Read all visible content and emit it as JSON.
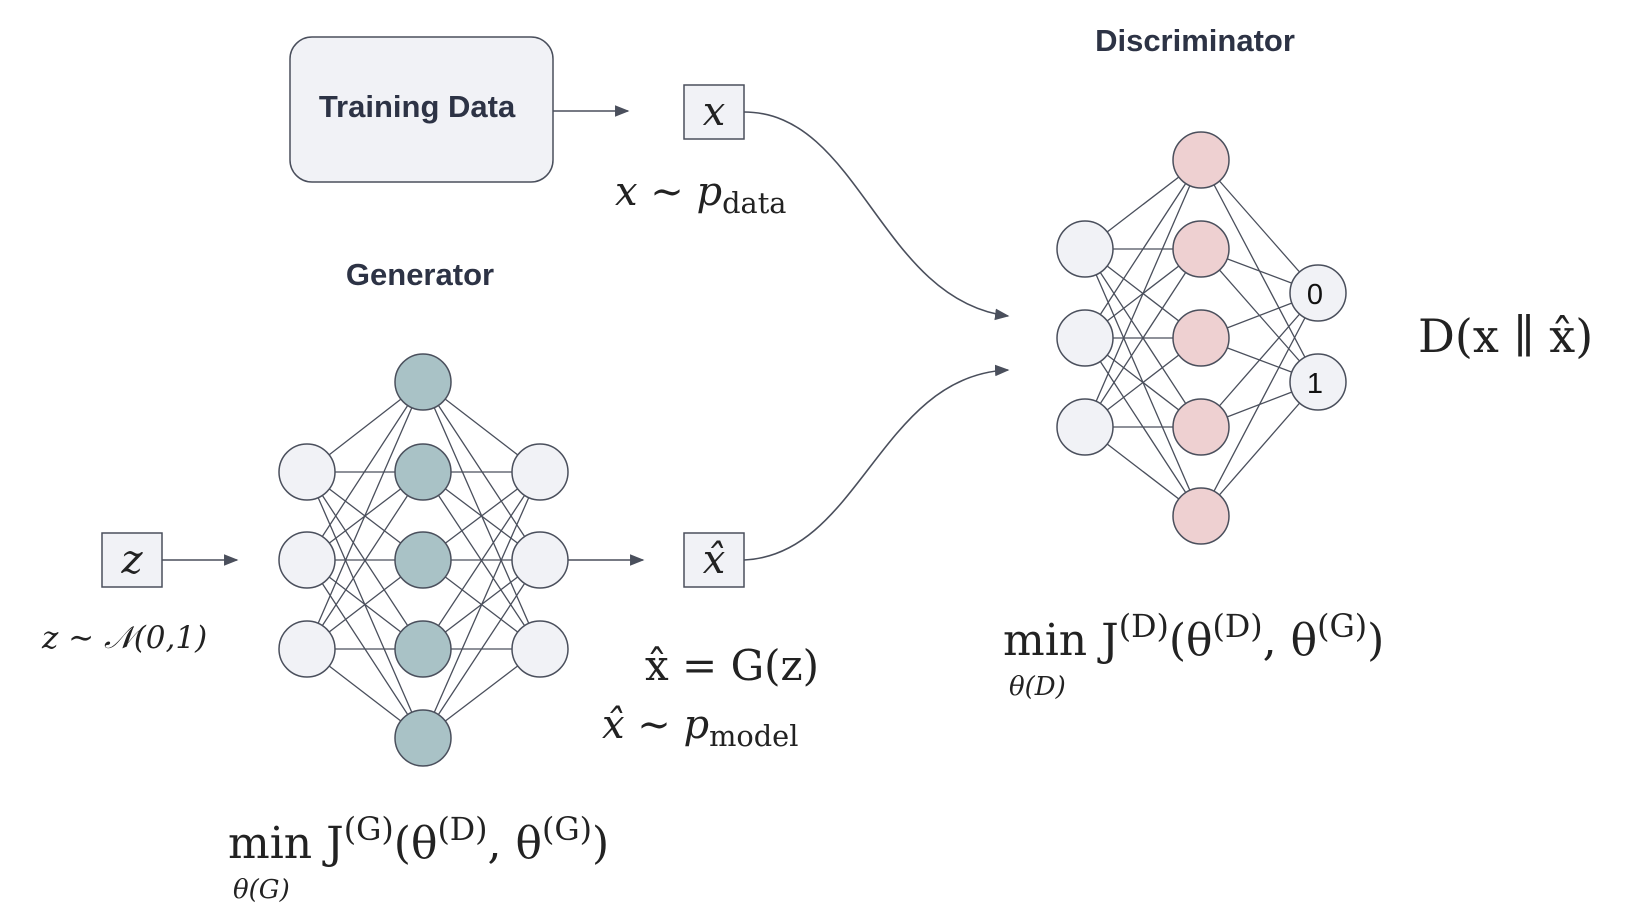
{
  "training_data": {
    "label": "Training Data"
  },
  "generator": {
    "title": "Generator"
  },
  "discriminator": {
    "title": "Discriminator",
    "outputs": [
      "0",
      "1"
    ]
  },
  "symbols": {
    "x": "x",
    "x_hat": "x̂",
    "z": "z"
  },
  "equations": {
    "x_dist_main": "x ∼ p",
    "x_dist_sub": "data",
    "z_dist": "z ∼ 𝒩(0,1)",
    "x_hat_eq": "x̂ = G(z)",
    "x_hat_dist_main": "x̂ ∼ p",
    "x_hat_dist_sub": "model",
    "d_output": "D(x ∥ x̂)",
    "gen_objective_main": "min J",
    "gen_objective_sup": "(G)",
    "gen_objective_args": "(θ",
    "gen_objective_arg1": "(D)",
    "gen_objective_comma": ", θ",
    "gen_objective_arg2": "(G)",
    "gen_objective_close": ")",
    "gen_objective_under": "θ(G)",
    "disc_objective_main": "min J",
    "disc_objective_sup": "(D)",
    "disc_objective_args": "(θ",
    "disc_objective_arg1": "(D)",
    "disc_objective_comma": ", θ",
    "disc_objective_arg2": "(G)",
    "disc_objective_close": ")",
    "disc_objective_under": "θ(D)"
  },
  "colors": {
    "input_node_fill": "#f1f2f6",
    "generator_hidden_fill": "#a9c2c6",
    "discriminator_hidden_fill": "#eed0d1",
    "node_stroke": "#4a4f5c",
    "box_fill": "#f1f2f6"
  }
}
